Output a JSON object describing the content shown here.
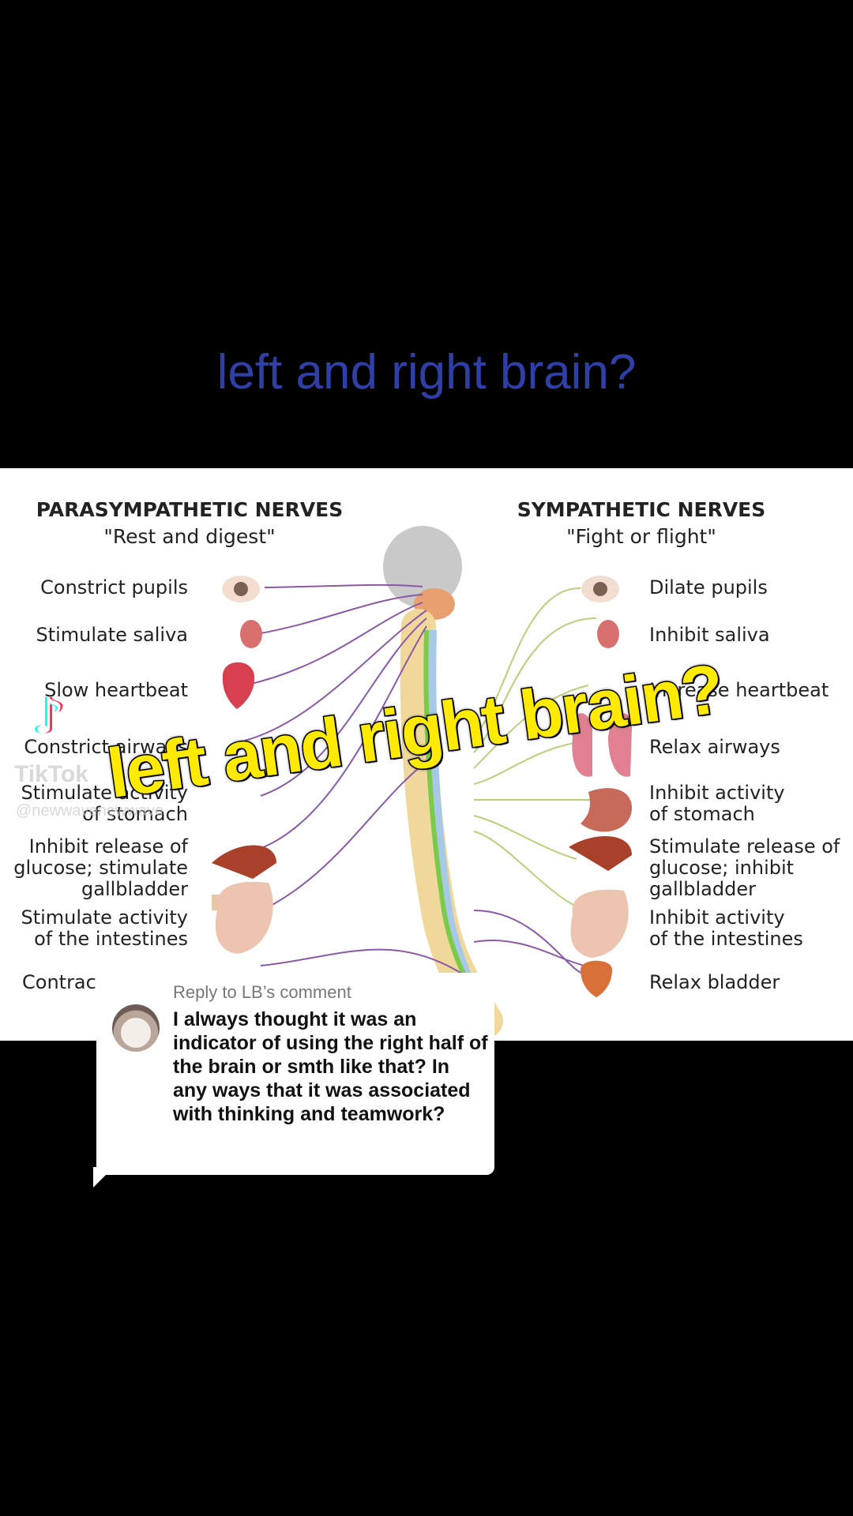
{
  "top_caption": "left and right brain?",
  "overlay_caption": "left and right brain?",
  "diagram": {
    "left_header": "PARASYMPATHETIC NERVES",
    "left_sub": "\"Rest and digest\"",
    "right_header": "SYMPATHETIC NERVES",
    "right_sub": "\"Fight or flight\"",
    "left_labels": [
      "Constrict pupils",
      "Stimulate saliva",
      "Slow heartbeat",
      "Constrict airways",
      "Stimulate activity\nof stomach",
      "Inhibit release of\nglucose; stimulate\ngallbladder",
      "Stimulate activity\nof the intestines",
      "Contrac"
    ],
    "right_labels": [
      "Dilate pupils",
      "Inhibit saliva",
      "Increase heartbeat",
      "Relax airways",
      "Inhibit activity\nof stomach",
      "Stimulate release of\nglucose; inhibit\ngallbladder",
      "Inhibit activity\nof the intestines",
      "Relax bladder"
    ]
  },
  "watermark": {
    "logo": "♪",
    "brand": "TikTok",
    "handle": "@newwavenewwave"
  },
  "reply": {
    "header": "Reply to LB’s comment",
    "body": "I always thought it was an indicator of using the right half of the brain or smth like that? In any ways that it was associated with thinking and teamwork?"
  },
  "colors": {
    "caption_blue": "#2f3fa8",
    "overlay_yellow": "#ffea00",
    "parasympathetic_line": "#8a5aa8",
    "sympathetic_line": "#b8d07a"
  }
}
